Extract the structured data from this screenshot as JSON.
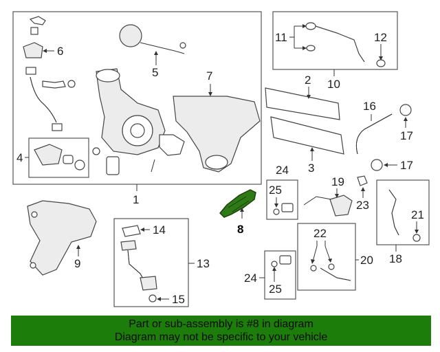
{
  "callouts": {
    "c1": "1",
    "c2": "2",
    "c3": "3",
    "c4": "4",
    "c5": "5",
    "c6": "6",
    "c7": "7",
    "c8": "8",
    "c9": "9",
    "c10": "10",
    "c11": "11",
    "c12": "12",
    "c13": "13",
    "c14": "14",
    "c15": "15",
    "c16": "16",
    "c17a": "17",
    "c17b": "17",
    "c18": "18",
    "c19": "19",
    "c20": "20",
    "c21": "21",
    "c22": "22",
    "c23": "23",
    "c24a": "24",
    "c24b": "24",
    "c25a": "25",
    "c25b": "25"
  },
  "banner": {
    "line1": "Part or sub-assembly is #8 in diagram",
    "line2": "Diagram may not be specific to your vehicle"
  },
  "colors": {
    "highlight": "#2f7a17",
    "banner": "#1d7d0a"
  }
}
